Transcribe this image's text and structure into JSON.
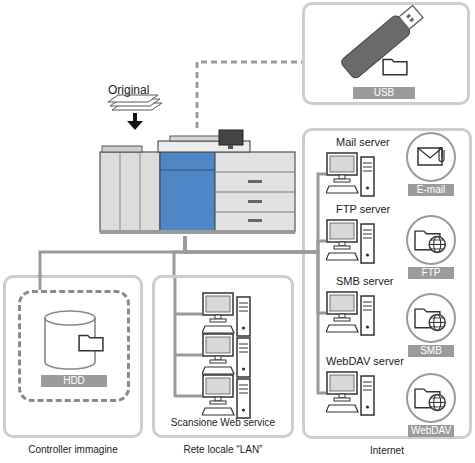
{
  "diagram": {
    "nodes": [
      {
        "text": [
          "Original"
        ]
      },
      {
        "text": [
          "USB"
        ]
      },
      {
        "text": [
          "Controller immagine"
        ]
      },
      {
        "text": [
          "HDD"
        ],
        "in": 2
      },
      {
        "text": [
          "Scansione Web service",
          "Rete locale “LAN”"
        ]
      },
      {
        "text": [
          "Internet"
        ]
      },
      {
        "text": [
          "Mail server"
        ],
        "in": 5
      },
      {
        "text": [
          "E-mail"
        ],
        "in": 5
      },
      {
        "text": [
          "FTP server"
        ],
        "in": 5
      },
      {
        "text": [
          "FTP"
        ],
        "in": 5
      },
      {
        "text": [
          "SMB server"
        ],
        "in": 5
      },
      {
        "text": [
          "SMB"
        ],
        "in": 5
      },
      {
        "text": [
          "WebDAV server"
        ],
        "in": 5
      },
      {
        "text": [
          "WebDAV"
        ],
        "in": 5
      }
    ],
    "edges": [
      {
        "from": 0,
        "to": 1,
        "arrow": "none"
      },
      {
        "from": 0,
        "to": 3,
        "arrow": "none"
      },
      {
        "from": 0,
        "to": 4,
        "arrow": "none"
      },
      {
        "from": 0,
        "to": 6,
        "arrow": "none"
      },
      {
        "from": 0,
        "to": 8,
        "arrow": "none"
      },
      {
        "from": 0,
        "to": 10,
        "arrow": "none"
      },
      {
        "from": 0,
        "to": 12,
        "arrow": "none"
      }
    ]
  }
}
